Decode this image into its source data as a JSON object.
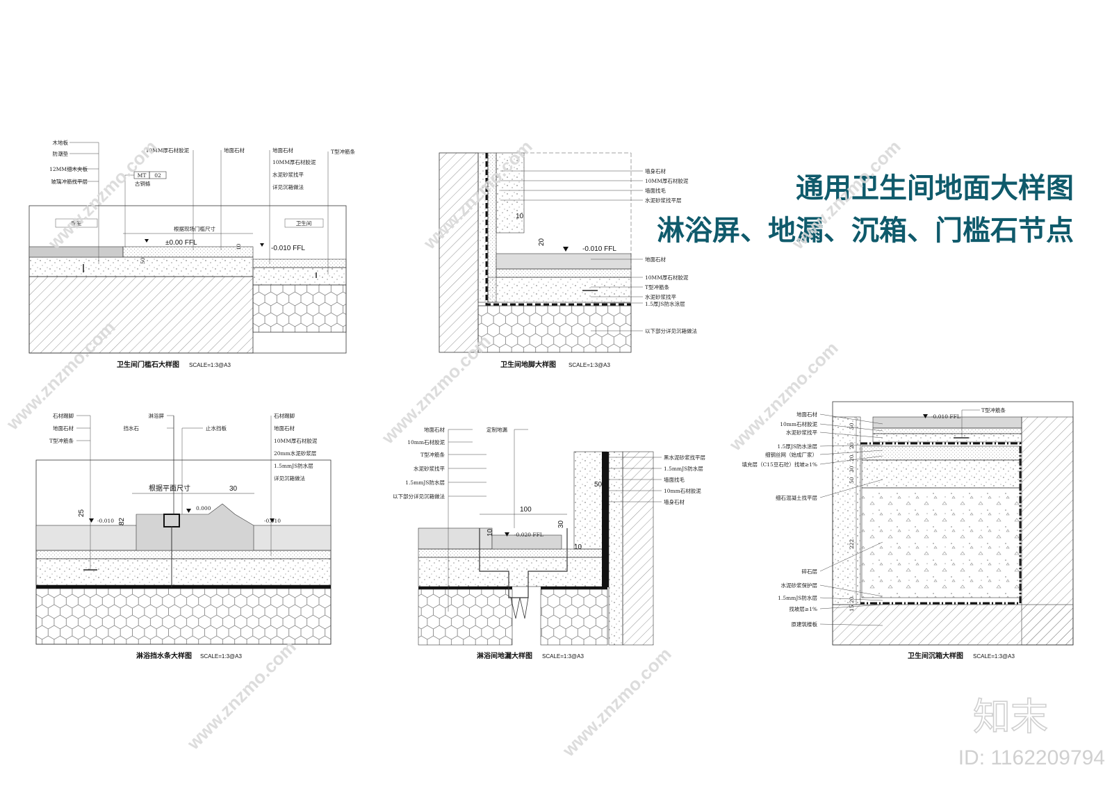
{
  "title": {
    "line1": "通用卫生间地面大样图",
    "line2": "淋浴屏、地漏、沉箱、门槛石节点",
    "color": "#0f5a6b"
  },
  "panel1": {
    "caption": "卫生间门槛石大样图",
    "scale": "SCALE=1:3@A3",
    "labels_left": [
      "木地板",
      "防潮垫",
      "12MM细木夹板",
      "玻璃冲筋找平层"
    ],
    "labels_mid": [
      "10MM厚石材胶泥",
      "地面石材"
    ],
    "labels_right": [
      "地面石材",
      "10MM厚石材胶泥",
      "水泥砂浆找平",
      "详见沉箱做法"
    ],
    "label_t": "T型冲筋条",
    "tag_code": "MT",
    "tag_num": "02",
    "tag_name": "古铜條",
    "room_left": "卧室",
    "room_right": "卫生间",
    "dim_note": "根据现场门槛尺寸",
    "level_1": "±0.00 FFL",
    "level_2": "-0.010 FFL",
    "dim_10": "10",
    "dim_50": "50"
  },
  "panel2": {
    "caption": "卫生间地脚大样图",
    "scale": "SCALE=1:3@A3",
    "labels": [
      "墙身石材",
      "10MM厚石材胶泥",
      "墙面找毛",
      "水泥砂浆找平层",
      "地面石材",
      "10MM厚石材胶泥",
      "T型冲筋条",
      "水泥砂浆找平",
      "1.5厚JS防水涂层",
      "以下部分详见沉箱做法"
    ],
    "level": "-0.010 FFL",
    "dim_10": "10",
    "dim_20": "20"
  },
  "panel3": {
    "caption": "淋浴挡水条大样图",
    "scale": "SCALE=1:3@A3",
    "labels_left": [
      "石材踢脚",
      "地面石材",
      "T型冲筋条"
    ],
    "labels_mid": [
      "淋浴屏",
      "挡水石"
    ],
    "label_stop": "止水挡板",
    "labels_right": [
      "石材踢脚",
      "地面石材",
      "10MM厚石材胶泥",
      "20mm水泥砂浆层",
      "1.5mmJS防水层",
      "详见沉箱做法"
    ],
    "dim_note": "根据平面尺寸",
    "dim_30": "30",
    "dim_25": "25",
    "dim_82": "82",
    "level_a": "-0.010",
    "level_b": "0.000",
    "level_c": "-0.010"
  },
  "panel4": {
    "caption": "淋浴间地漏大样图",
    "scale": "SCALE=1:3@A3",
    "labels_left": [
      "地面石材",
      "10mm石材胶泥",
      "T型冲筋条",
      "水泥砂浆找平",
      "1.5mmJS防水层",
      "以下部分详见沉箱做法"
    ],
    "label_drain": "定制地漏",
    "labels_right": [
      "黑水泥砂浆找平层",
      "1.5mmJS防水层",
      "墙面找毛",
      "10mm石材胶泥",
      "墙身石材"
    ],
    "dim_100": "100",
    "dim_50": "50",
    "dim_30": "30",
    "dim_10a": "10",
    "dim_10b": "10",
    "level": "-0.020 FFL"
  },
  "panel5": {
    "caption": "卫生间沉箱大样图",
    "scale": "SCALE=1:3@A3",
    "labels": [
      "地面石材",
      "10mm石材胶泥",
      "水泥砂浆找平",
      "1.5厚JS防水涂层",
      "细钢丝网（始成厂家）",
      "填充层（C15豆石砼）找坡≥1%",
      "细石混凝土找平层",
      "碎石层",
      "水泥砂浆保护层",
      "1.5mmJS防水层",
      "找坡层≥1%",
      "原建筑楼板"
    ],
    "label_t": "T型冲筋条",
    "level": "-0.010 FFL",
    "dims": [
      "50",
      "20",
      "20",
      "30",
      "50",
      "222",
      "20",
      "15"
    ]
  },
  "watermark": {
    "text": "www.znzmo.com",
    "logo_text": "知末",
    "id_text": "ID: 1162209794"
  }
}
